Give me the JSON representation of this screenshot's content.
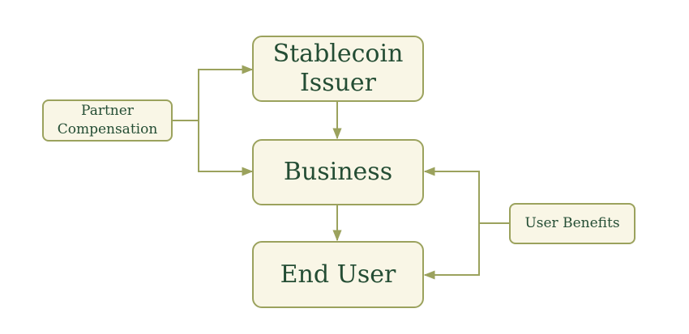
{
  "diagram": {
    "nodes": {
      "issuer": {
        "label": "Stablecoin\nIssuer"
      },
      "business": {
        "label": "Business"
      },
      "end_user": {
        "label": "End User"
      },
      "partner_compensation": {
        "label": "Partner\nCompensation"
      },
      "user_benefits": {
        "label": "User Benefits"
      }
    },
    "edges": [
      {
        "from": "issuer",
        "to": "business"
      },
      {
        "from": "business",
        "to": "end_user"
      },
      {
        "from": "partner_compensation",
        "to": "issuer"
      },
      {
        "from": "partner_compensation",
        "to": "business"
      },
      {
        "from": "user_benefits",
        "to": "business"
      },
      {
        "from": "user_benefits",
        "to": "end_user"
      }
    ],
    "colors": {
      "node_fill": "#f9f6e6",
      "node_border": "#9ba25d",
      "text": "#244d34",
      "connector": "#9ba25d"
    }
  }
}
